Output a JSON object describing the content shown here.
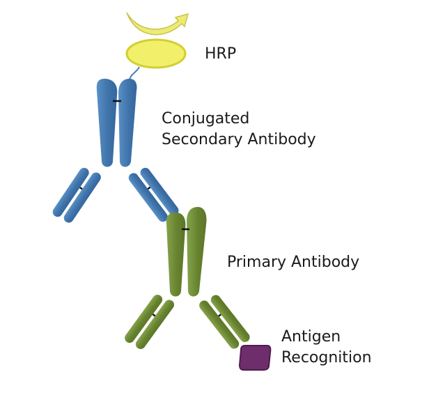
{
  "labels": {
    "hrp": "HRP",
    "secondary_line1": "Conjugated",
    "secondary_line2": "Secondary Antibody",
    "primary": "Primary Antibody",
    "antigen_line1": "Antigen",
    "antigen_line2": "Recognition"
  },
  "colors": {
    "secondary_antibody": "#4a7fb5",
    "primary_antibody": "#728f3a",
    "hrp_enzyme": "#f2ef6a",
    "antigen": "#6e2d6b",
    "signal_arrow": "#eceb74"
  }
}
